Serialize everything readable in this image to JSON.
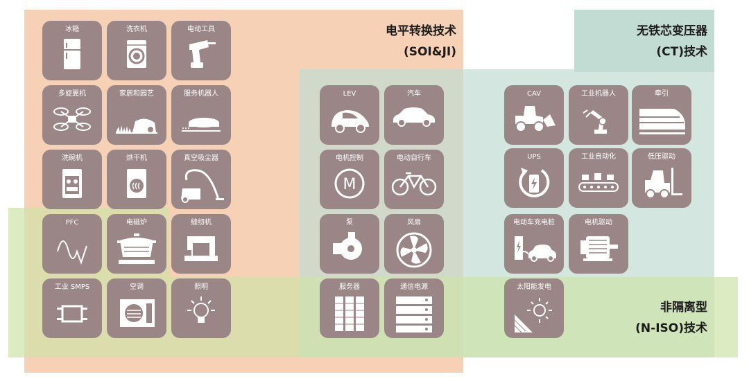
{
  "titles": {
    "level_shift": [
      "电平转换技术",
      "(SOI&JI)"
    ],
    "coreless": [
      "无铁芯变压器",
      "(CT)技术"
    ],
    "non_iso": [
      "非隔离型",
      "(N-ISO)技术"
    ]
  },
  "tiles": {
    "fridge": "冰箱",
    "washer": "洗衣机",
    "power_tool": "电动工具",
    "drone": "多旋翼机",
    "garden": "家居和园艺",
    "robot": "服务机器人",
    "dishwasher": "洗碗机",
    "dryer": "烘干机",
    "vacuum": "真空吸尘器",
    "pfc": "PFC",
    "induction": "电磁炉",
    "sewing": "缝纫机",
    "smps": "工业 SMPS",
    "aircon": "空调",
    "lighting": "照明",
    "lev": "LEV",
    "car": "汽车",
    "motor_ctrl": "电机控制",
    "ebike": "电动自行车",
    "pump": "泵",
    "fan": "风扇",
    "server": "服务器",
    "telecom": "通信电源",
    "cav": "CAV",
    "ind_robot": "工业机器人",
    "traction": "牵引",
    "ups": "UPS",
    "automation": "工业自动化",
    "forklift": "低压驱动",
    "ev_charger": "电动车充电桩",
    "motor_drive": "电机驱动",
    "solar": "太阳能发电"
  },
  "icons": {
    "motor_letter": "M",
    "ups_letter": "UPS"
  },
  "colors": {
    "level_shift_region": "#f6c9a9",
    "coreless_region": "#c2dcd3",
    "non_iso_region": "#cfe2a8",
    "tile": "#9a8687",
    "tile_text": "#ffffff",
    "title_text": "#1b1b1b"
  }
}
